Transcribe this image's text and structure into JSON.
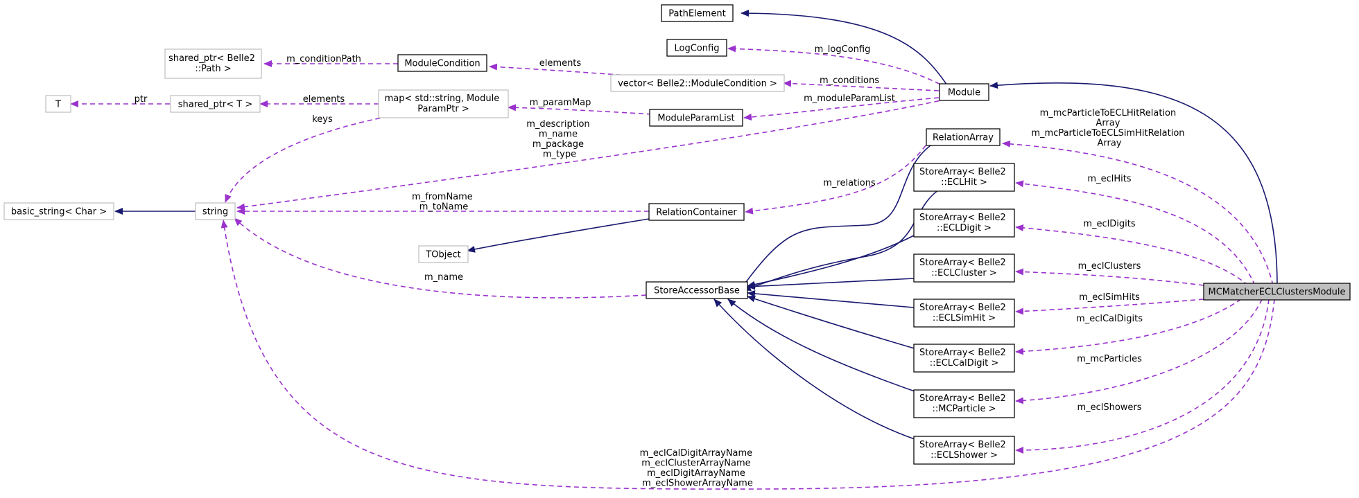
{
  "nodes": {
    "path_element": [
      "PathElement"
    ],
    "log_config": [
      "LogConfig"
    ],
    "shared_ptr_path": [
      "shared_ptr< Belle2",
      "::Path >"
    ],
    "module_condition": [
      "ModuleCondition"
    ],
    "vector_module_condition": [
      "vector< Belle2::ModuleCondition >"
    ],
    "module": [
      "Module"
    ],
    "t": [
      "T"
    ],
    "shared_ptr_t": [
      "shared_ptr< T >"
    ],
    "map_param": [
      "map< std::string, Module",
      "ParamPtr >"
    ],
    "module_param_list": [
      "ModuleParamList"
    ],
    "basic_string": [
      "basic_string< Char >"
    ],
    "string": [
      "string"
    ],
    "relation_array": [
      "RelationArray"
    ],
    "store_ecl_hit": [
      "StoreArray< Belle2",
      "::ECLHit >"
    ],
    "relation_container": [
      "RelationContainer"
    ],
    "store_ecl_digit": [
      "StoreArray< Belle2",
      "::ECLDigit >"
    ],
    "tobject": [
      "TObject"
    ],
    "store_ecl_cluster": [
      "StoreArray< Belle2",
      "::ECLCluster >"
    ],
    "store_accessor_base": [
      "StoreAccessorBase"
    ],
    "mc_matcher": [
      "MCMatcherECLClustersModule"
    ],
    "store_ecl_sim_hit": [
      "StoreArray< Belle2",
      "::ECLSimHit >"
    ],
    "store_ecl_cal_digit": [
      "StoreArray< Belle2",
      "::ECLCalDigit >"
    ],
    "store_mc_particle": [
      "StoreArray< Belle2",
      "::MCParticle >"
    ],
    "store_ecl_shower": [
      "StoreArray< Belle2",
      "::ECLShower >"
    ]
  },
  "edge_labels": {
    "m_log_config": [
      "m_logConfig"
    ],
    "m_condition_path": [
      "m_conditionPath"
    ],
    "elements_condition": [
      "elements"
    ],
    "m_conditions": [
      "m_conditions"
    ],
    "ptr": [
      "ptr"
    ],
    "elements_shared": [
      "elements"
    ],
    "m_param_map": [
      "m_paramMap"
    ],
    "m_module_param_list": [
      "m_moduleParamList"
    ],
    "keys": [
      "keys"
    ],
    "module_strings": [
      "m_description",
      "m_name",
      "m_package",
      "m_type"
    ],
    "relation_arrays": [
      "m_mcParticleToECLHitRelation",
      "Array",
      "m_mcParticleToECLSimHitRelation",
      "Array"
    ],
    "m_relations": [
      "m_relations"
    ],
    "m_ecl_hits": [
      "m_eclHits"
    ],
    "from_to_name": [
      "m_fromName",
      "m_toName"
    ],
    "m_ecl_digits": [
      "m_eclDigits"
    ],
    "m_name": [
      "m_name"
    ],
    "m_ecl_clusters": [
      "m_eclClusters"
    ],
    "m_ecl_sim_hits": [
      "m_eclSimHits"
    ],
    "m_ecl_cal_digits": [
      "m_eclCalDigits"
    ],
    "m_mc_particles": [
      "m_mcParticles"
    ],
    "m_ecl_showers": [
      "m_eclShowers"
    ],
    "array_names": [
      "m_eclCalDigitArrayName",
      "m_eclClusterArrayName",
      "m_eclDigitArrayName",
      "m_eclShowerArrayName"
    ]
  },
  "legend_colors": {
    "inheritance": "#191970",
    "usage": "#9a32cd",
    "undocumented_border": "#bfbfbf",
    "focus_fill": "#bfbfbf"
  }
}
